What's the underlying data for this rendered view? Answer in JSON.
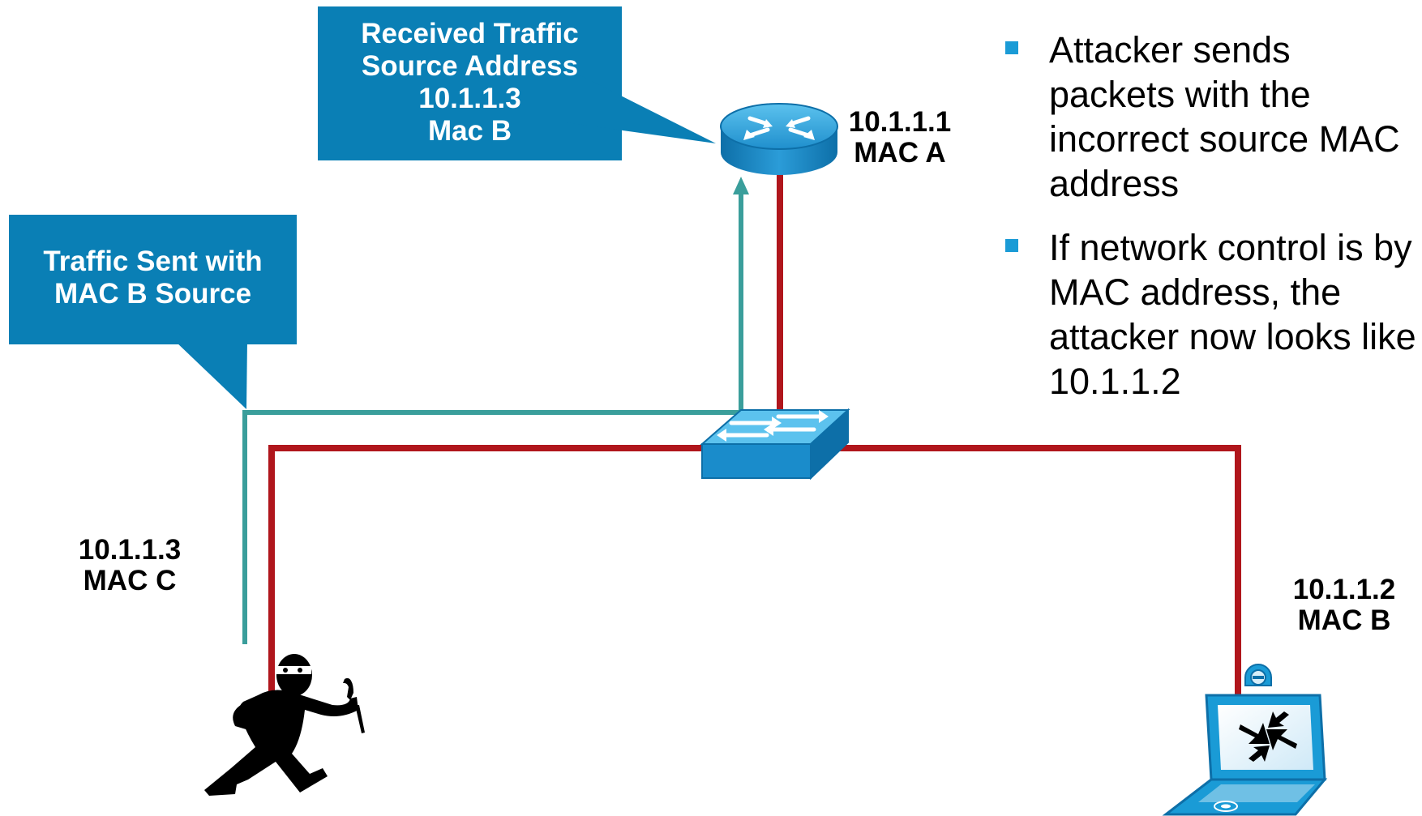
{
  "callouts": {
    "received": {
      "line1": "Received Traffic",
      "line2": "Source Address",
      "line3": "10.1.1.3",
      "line4": "Mac B"
    },
    "sent": {
      "line1": "Traffic Sent with",
      "line2": "MAC B Source"
    }
  },
  "nodes": {
    "router": {
      "ip": "10.1.1.1",
      "mac": "MAC A"
    },
    "attacker": {
      "ip": "10.1.1.3",
      "mac": "MAC C"
    },
    "laptop": {
      "ip": "10.1.1.2",
      "mac": "MAC B"
    }
  },
  "bullets": [
    "Attacker sends packets with the incorrect source MAC address",
    "If network control is by MAC address, the attacker now looks like 10.1.1.2"
  ],
  "colors": {
    "callout_fill": "#0a7fb5",
    "network_link": "#b0161c",
    "traffic_path": "#3a9e9b",
    "device_blue": "#1a9bd6",
    "bullet": "#1a9bd6"
  },
  "icons": {
    "router": "router-icon",
    "switch": "switch-icon",
    "attacker": "attacker-icon",
    "laptop": "laptop-icon"
  }
}
